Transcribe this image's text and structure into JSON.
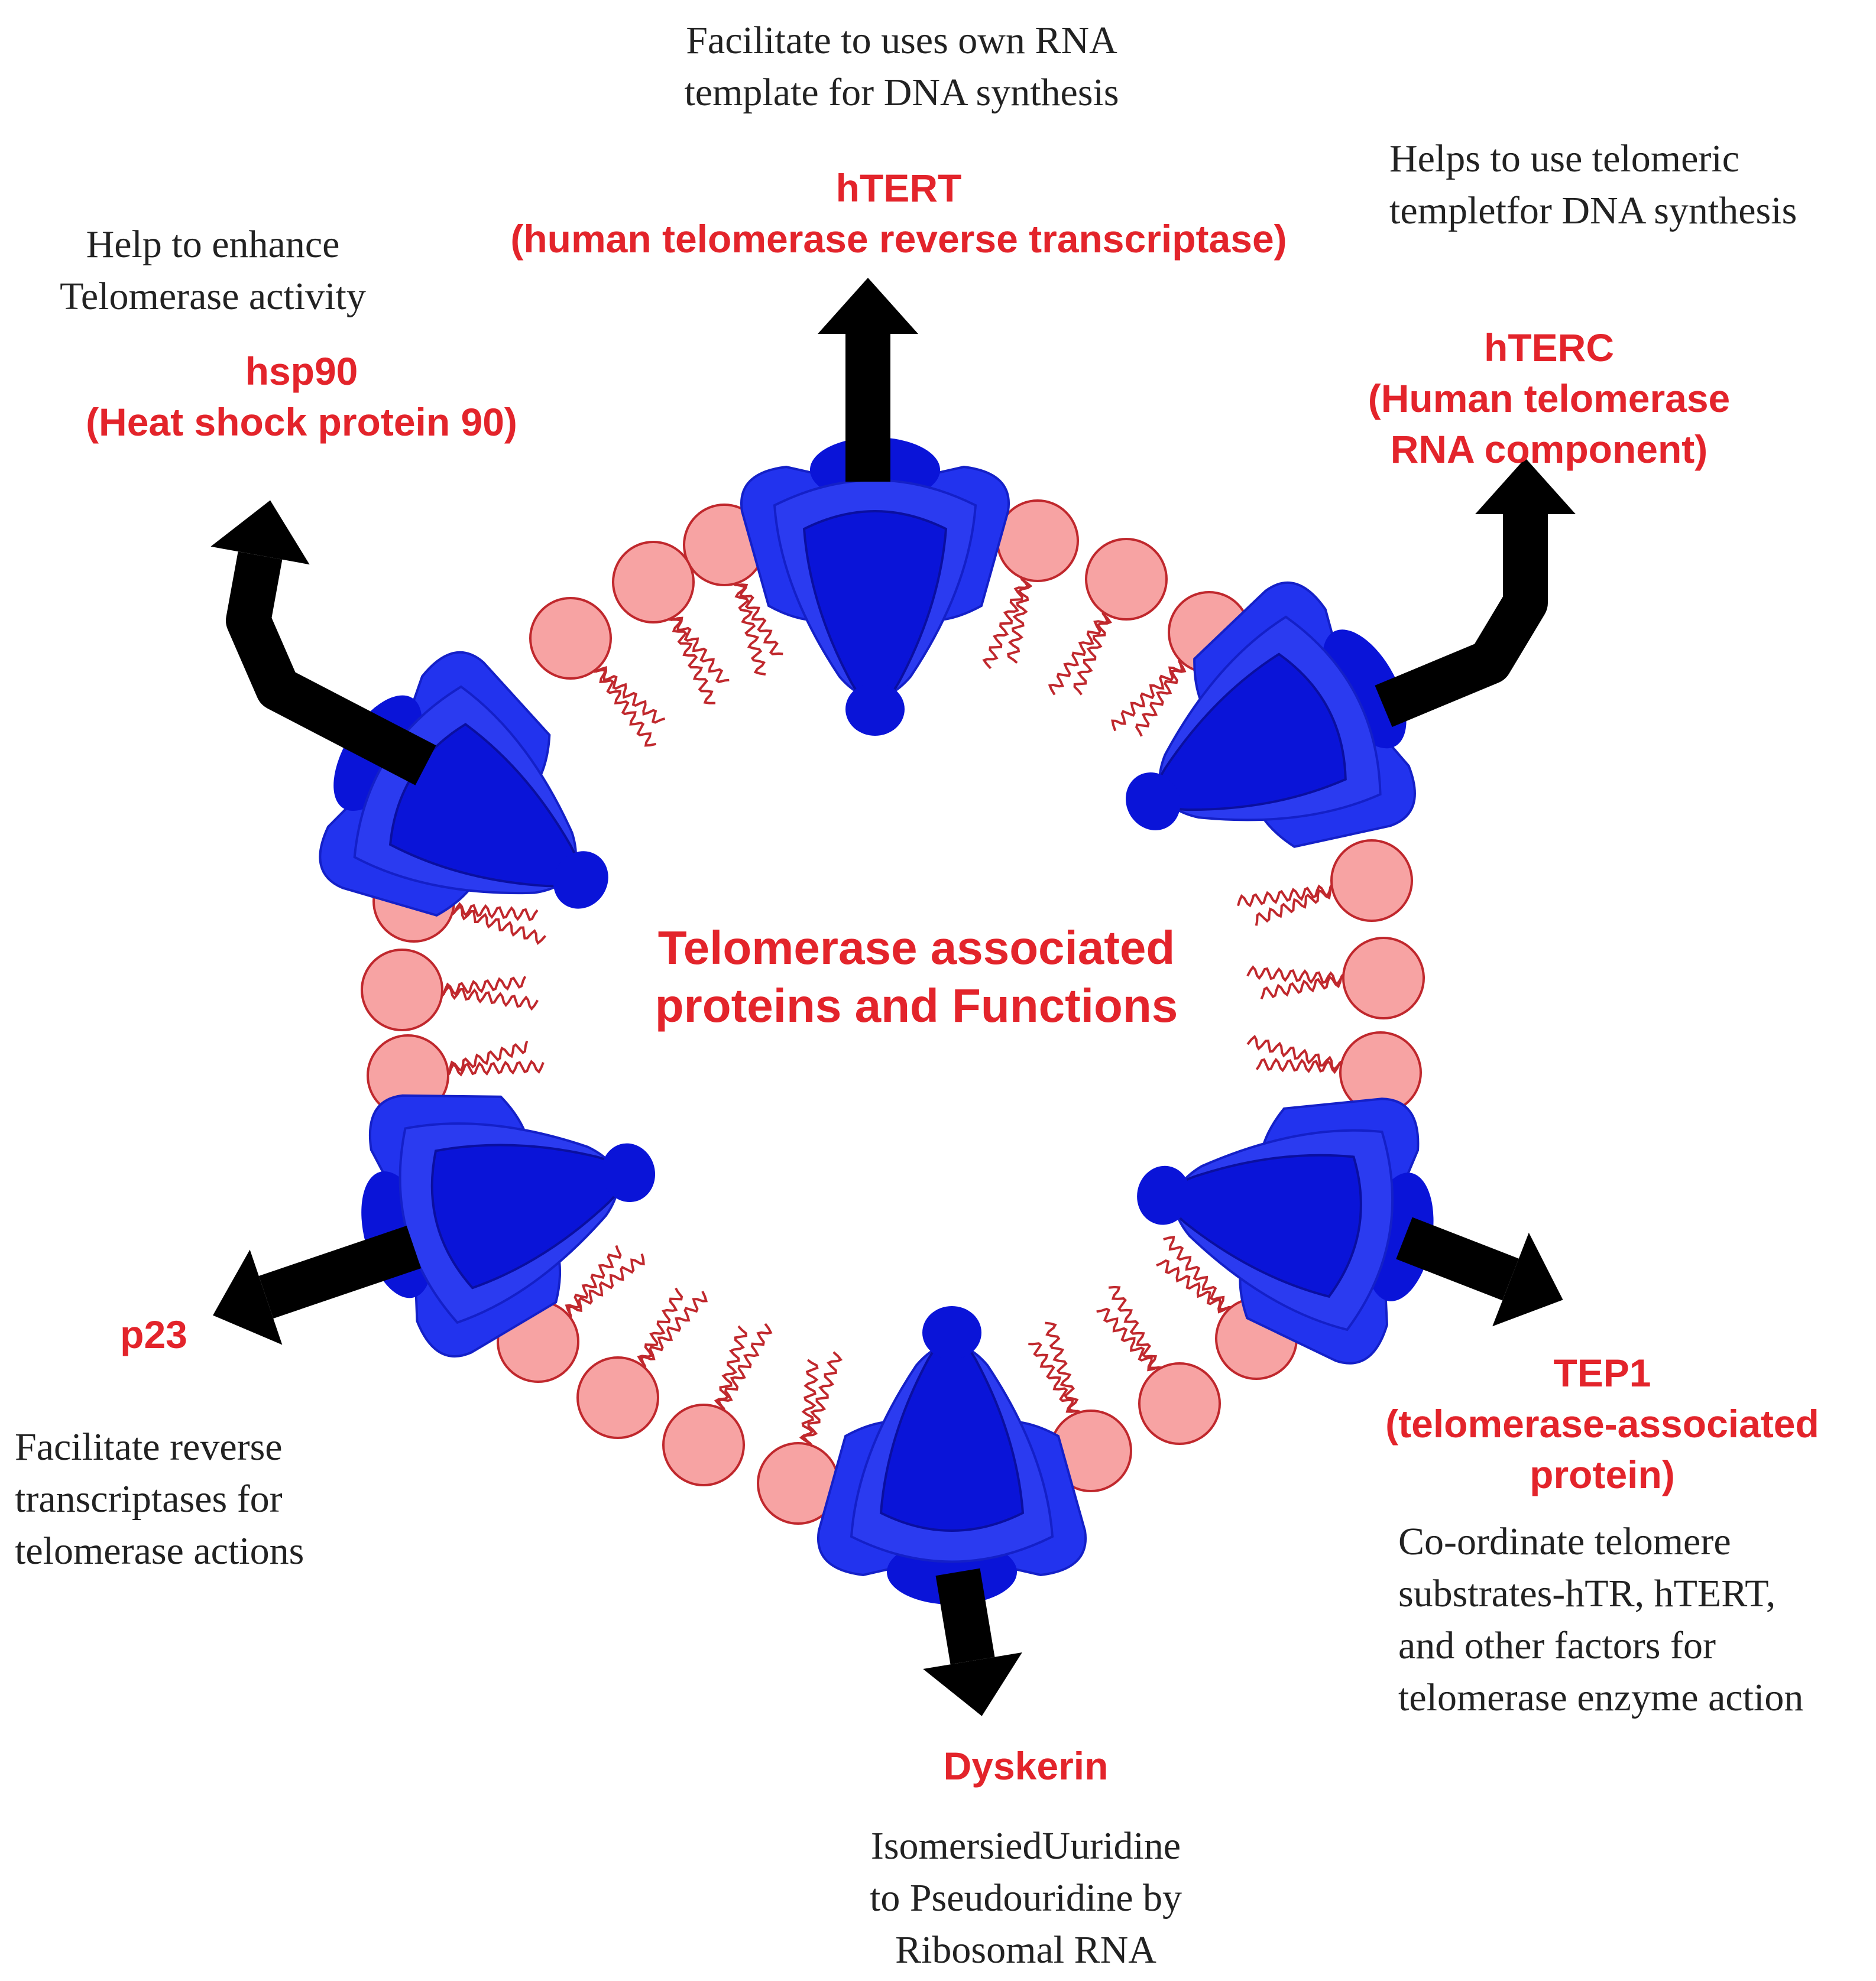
{
  "diagram": {
    "title": "Telomerase associated\nproteins and Functions",
    "proteins": [
      {
        "id": "htert",
        "name": "hTERT\n(human telomerase reverse transcriptase)",
        "function": "Facilitate to uses own RNA\ntemplate for DNA synthesis"
      },
      {
        "id": "hterc",
        "name": "hTERC\n(Human telomerase\nRNA component)",
        "function": "Helps to use telomeric\ntempletfor DNA synthesis"
      },
      {
        "id": "hsp90",
        "name": "hsp90\n(Heat shock protein 90)",
        "function": "Help to enhance\nTelomerase activity"
      },
      {
        "id": "p23",
        "name": "p23",
        "function": "Facilitate  reverse\ntranscriptases for\ntelomerase actions"
      },
      {
        "id": "tep1",
        "name": "TEP1\n(telomerase-associated\nprotein)",
        "function": "Co-ordinate telomere\nsubstrates-hTR, hTERT,\nand other factors for\ntelomerase enzyme action"
      },
      {
        "id": "dyskerin",
        "name": "Dyskerin",
        "function": "IsomersiedUuridine\nto Pseudouridine by\nRibosomal RNA"
      }
    ]
  },
  "colors": {
    "label_red": "#e3242b",
    "text_dark": "#222222",
    "protein_blue": "#2233ee",
    "protein_dark": "#0a14d8",
    "lipid_fill": "#f7a3a3",
    "lipid_stroke": "#c0282d",
    "arrow": "#000000"
  }
}
